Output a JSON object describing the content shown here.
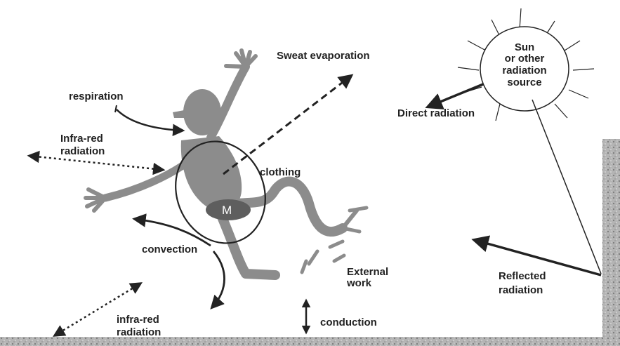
{
  "labels": {
    "sweat": "Sweat evaporation",
    "respiration": "respiration",
    "infra_red_top_1": "Infra-red",
    "infra_red_top_2": "radiation",
    "clothing": "clothing",
    "metabolism": "M",
    "convection": "convection",
    "external_work_1": "External",
    "external_work_2": "work",
    "infra_red_bottom_1": "infra-red",
    "infra_red_bottom_2": "radiation",
    "conduction": "conduction",
    "sun_1": "Sun",
    "sun_2": "or other",
    "sun_3": "radiation",
    "sun_4": "source",
    "direct_radiation": "Direct radiation",
    "reflected_1": "Reflected",
    "reflected_2": "radiation"
  },
  "colors": {
    "figure": "#8c8c8c",
    "ground": "#a9a9a9",
    "arrows": "#222222",
    "metabolism_ellipse": "#5e5e5e"
  }
}
